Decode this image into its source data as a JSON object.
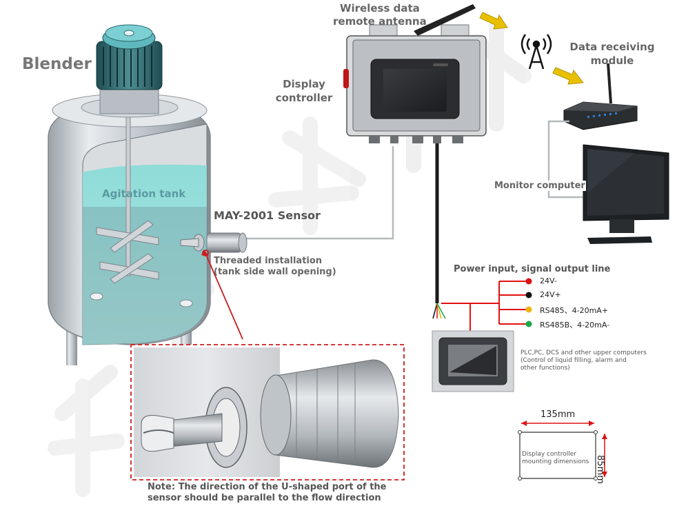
{
  "labels": {
    "blender": "Blender",
    "agitation_tank": "Agitation tank",
    "sensor": "MAY-2001 Sensor",
    "threaded_line1": "Threaded installation",
    "threaded_line2": "(tank side wall opening)",
    "antenna_line1": "Wireless data",
    "antenna_line2": "remote antenna",
    "display_line1": "Display",
    "display_line2": "controller",
    "receiving_line1": "Data receiving",
    "receiving_line2": "module",
    "monitor": "Monitor computer",
    "power_title": "Power input, signal output line",
    "plc_line1": "PLC,PC, DCS and other upper computers",
    "plc_line2": "(Control of liquid filling, alarm and",
    "plc_line3": "other functions)",
    "note_line1": "Note: The direction of the U-shaped port of the",
    "note_line2": "sensor should be parallel to the flow direction",
    "dim_width": "135mm",
    "dim_height": "85mm",
    "dim_label_line1": "Display controller",
    "dim_label_line2": "mounting dimensions"
  },
  "wires": [
    {
      "label": "24V-",
      "color": "#e01010"
    },
    {
      "label": "24V+",
      "color": "#111111"
    },
    {
      "label": "RS485、4-20mA+",
      "color": "#f0b400"
    },
    {
      "label": "RS485B、4-20mA-",
      "color": "#18a848"
    }
  ],
  "colors": {
    "red_wire": "#e01010",
    "liquid": "#7fd3d0",
    "callout_red": "#cc1c1c",
    "arrow_yellow": "#e8c000"
  }
}
